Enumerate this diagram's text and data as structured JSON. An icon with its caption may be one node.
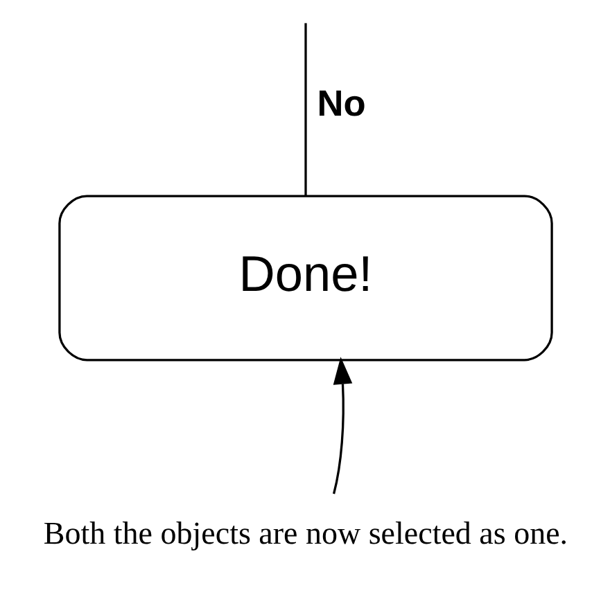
{
  "diagram": {
    "nodes": [
      {
        "text": [
          "Done!"
        ]
      },
      {
        "text": [
          "Both the objects are now selected as one."
        ]
      }
    ],
    "edges": [
      {
        "from": null,
        "to": 0,
        "arrow": "none",
        "label": "No"
      },
      {
        "from": 1,
        "to": 0,
        "arrow": "to"
      }
    ]
  }
}
